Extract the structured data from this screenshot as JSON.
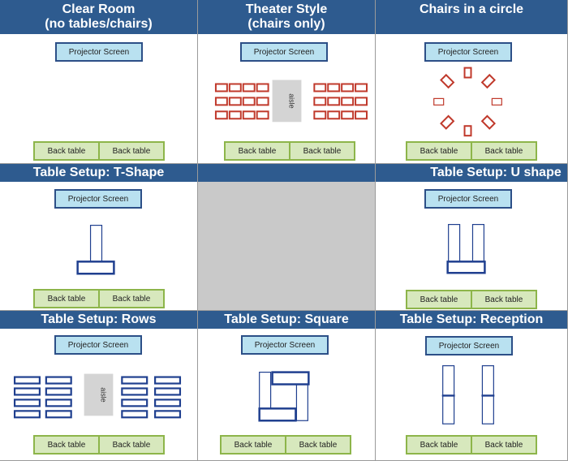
{
  "cells": [
    {
      "id": "clear-room",
      "title": [
        "Clear Room",
        "(no tables/chairs)"
      ],
      "projector": "Projector Screen",
      "back_tables": [
        "Back table",
        "Back table"
      ]
    },
    {
      "id": "theater",
      "title": [
        "Theater Style",
        "(chairs only)"
      ],
      "projector": "Projector Screen",
      "aisle": "aisle",
      "back_tables": [
        "Back table",
        "Back table"
      ]
    },
    {
      "id": "circle",
      "title": [
        "Chairs in a circle"
      ],
      "projector": "Projector Screen",
      "back_tables": [
        "Back table",
        "Back table"
      ]
    },
    {
      "id": "t-shape",
      "title": [
        "Table Setup: T-Shape"
      ],
      "projector": "Projector Screen",
      "back_tables": [
        "Back table",
        "Back table"
      ]
    },
    {
      "id": "blank",
      "title": []
    },
    {
      "id": "u-shape",
      "title": [
        "Table Setup: U shape"
      ],
      "projector": "Projector Screen",
      "back_tables": [
        "Back table",
        "Back table"
      ]
    },
    {
      "id": "rows",
      "title": [
        "Table Setup: Rows"
      ],
      "projector": "Projector Screen",
      "aisle": "aisle",
      "back_tables": [
        "Back table",
        "Back table"
      ]
    },
    {
      "id": "square",
      "title": [
        "Table Setup: Square"
      ],
      "projector": "Projector Screen",
      "back_tables": [
        "Back table",
        "Back table"
      ]
    },
    {
      "id": "reception",
      "title": [
        "Table Setup: Reception"
      ],
      "projector": "Projector Screen",
      "back_tables": [
        "Back table",
        "Back table"
      ]
    }
  ],
  "colors": {
    "header": "#2e5b8f",
    "chair": "#c0392b",
    "table": "#1f3f8f",
    "projector_fill": "#b9e1f0",
    "back_table_fill": "#d7e8bd",
    "back_table_border": "#8db54a",
    "blank_cell": "#c9c9c9"
  }
}
